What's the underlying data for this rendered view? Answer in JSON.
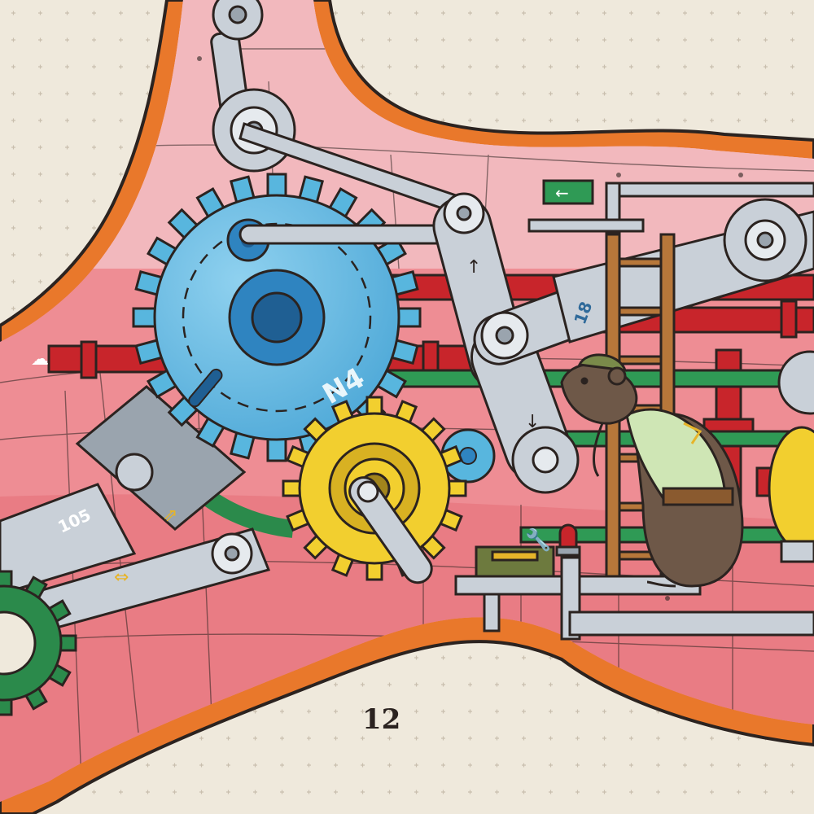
{
  "page_number": "12",
  "labels": {
    "gear_main": "N4",
    "plate_upper": "18",
    "piston_arm": "105"
  },
  "colors": {
    "paper": "#efe9dc",
    "body_light": "#f2b8bd",
    "body_mid": "#ee8d94",
    "body_dark": "#e97c84",
    "fur_orange": "#e9782b",
    "outline": "#2b2320",
    "gear_blue": "#58b6de",
    "gear_blue_dark": "#2f84c0",
    "gear_yellow": "#f2cf2f",
    "gear_green": "#2b8a4b",
    "pipe_red": "#c8252b",
    "pipe_green": "#2f9a55",
    "metal": "#c9d0d8",
    "wood": "#b7773a",
    "exit_sign": "#2f9a55",
    "rat_fur": "#6e5848",
    "rat_shirt": "#cfe6b5"
  },
  "icons": [
    "exit-sign-icon",
    "arrow-up-icon",
    "arrow-down-icon",
    "double-arrow-icon",
    "toolbox-icon",
    "wrench-icon",
    "alarm-light-icon",
    "rat-worker-icon"
  ]
}
